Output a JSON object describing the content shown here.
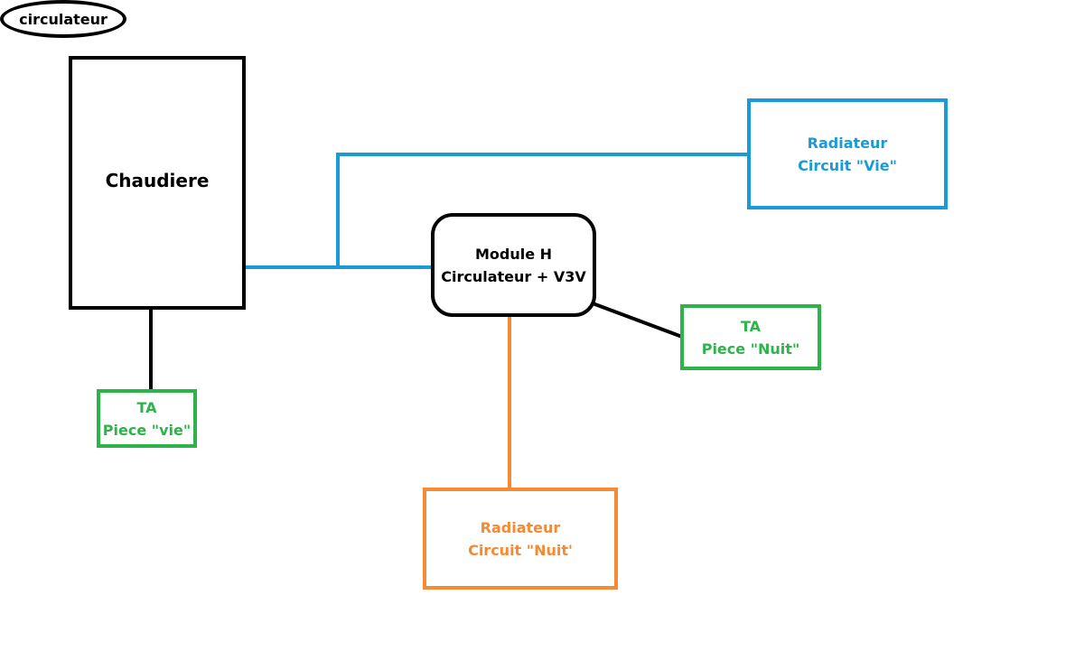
{
  "colors": {
    "black": "#000000",
    "blue": "#1a9bd7",
    "green": "#2db34a",
    "orange": "#f58a33"
  },
  "chaudiere": {
    "title": "Chaudiere",
    "circulateur": "circulateur"
  },
  "module": {
    "line1": "Module H",
    "line2": "Circulateur + V3V"
  },
  "radiateur_vie": {
    "line1": "Radiateur",
    "line2": "Circuit \"Vie\""
  },
  "ta_nuit": {
    "line1": "TA",
    "line2": "Piece \"Nuit\""
  },
  "ta_vie": {
    "line1": "TA",
    "line2": "Piece \"vie\""
  },
  "radiateur_nuit": {
    "line1": "Radiateur",
    "line2": "Circuit \"Nuit'"
  }
}
